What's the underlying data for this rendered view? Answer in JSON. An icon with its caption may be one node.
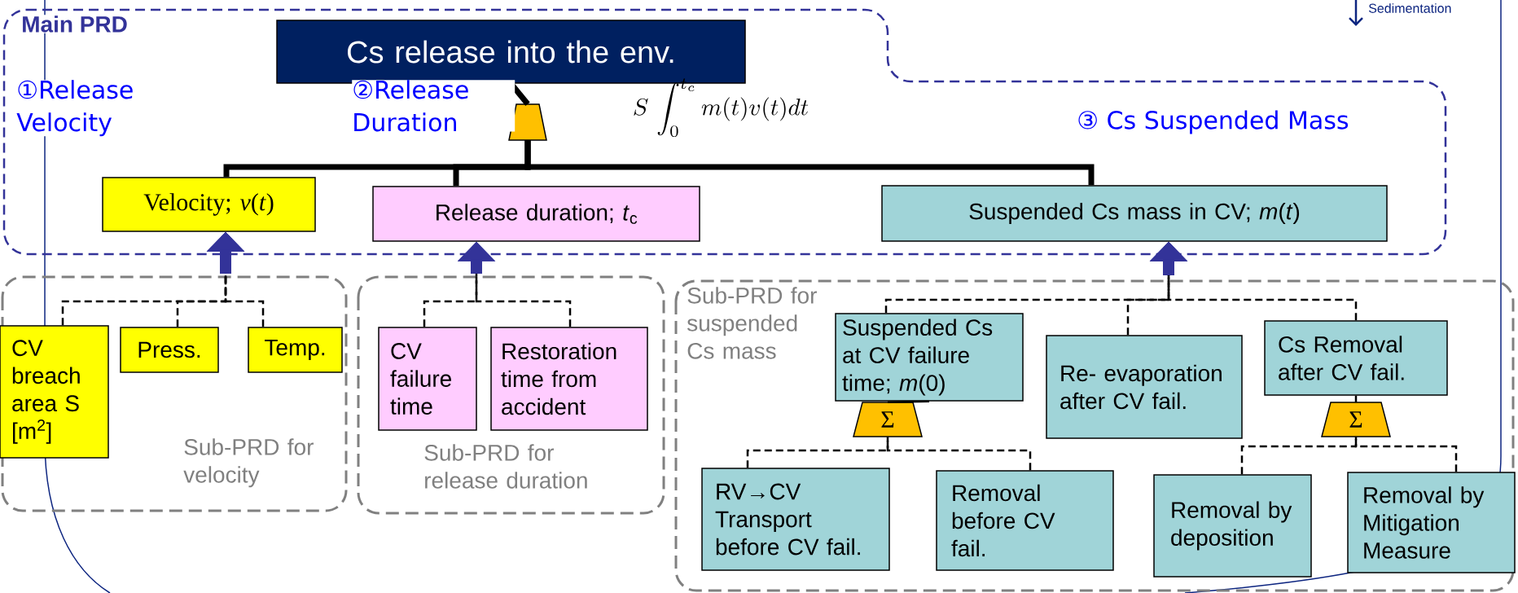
{
  "diagram": {
    "nodes": [
      {
        "text": [
          "Main PRD"
        ]
      },
      {
        "text": [
          "Cs release into the env."
        ],
        "in": 0
      },
      {
        "text": [],
        "shape": "trapezoid",
        "in": 0
      },
      {
        "text": [
          "Velocity; *v*(*t*)"
        ],
        "in": 0
      },
      {
        "text": [
          "Release duration; *t*$_{c}$"
        ],
        "in": 0
      },
      {
        "text": [
          "Suspended Cs mass in CV; *m*(*t*)"
        ],
        "in": 0
      },
      {
        "text": [
          "Sub-PRD for velocity"
        ]
      },
      {
        "text": [
          "CV breach area S [m$^{2}$]"
        ],
        "in": 6
      },
      {
        "text": [
          "Press."
        ],
        "in": 6
      },
      {
        "text": [
          "Temp."
        ],
        "in": 6
      },
      {
        "text": [
          "Sub-PRD for release duration"
        ]
      },
      {
        "text": [
          "CV failure time"
        ],
        "in": 10
      },
      {
        "text": [
          "Restoration time from accident"
        ],
        "in": 10
      },
      {
        "text": [
          "Sub-PRD for suspended Cs mass"
        ]
      },
      {
        "text": [
          "Suspended Cs at CV failure time; *m*(0)"
        ],
        "in": 13
      },
      {
        "text": [
          "Re- evaporation after CV fail."
        ],
        "in": 13
      },
      {
        "text": [
          "Cs Removal after CV fail."
        ],
        "in": 13
      },
      {
        "text": [
          "Σ"
        ],
        "in": 13
      },
      {
        "text": [
          "Σ"
        ],
        "in": 13
      },
      {
        "text": [
          "RV→CV Transport before CV fail."
        ],
        "in": 13
      },
      {
        "text": [
          "Removal before CV fail."
        ],
        "in": 13
      },
      {
        "text": [
          "Removal by deposition"
        ],
        "in": 13
      },
      {
        "text": [
          "Removal by Mitigation Measure"
        ],
        "in": 13
      }
    ],
    "edges": [
      {
        "from": 3,
        "to": 2,
        "arrow": "none",
        "style": "thick"
      },
      {
        "from": 4,
        "to": 2,
        "arrow": "none",
        "style": "thick"
      },
      {
        "from": 5,
        "to": 2,
        "arrow": "none",
        "style": "thick"
      },
      {
        "from": 2,
        "to": 1,
        "arrow": "none",
        "style": "thick"
      },
      {
        "from": 7,
        "to": 3,
        "arrow": "to",
        "style": "dashed"
      },
      {
        "from": 8,
        "to": 3,
        "arrow": "to",
        "style": "dashed"
      },
      {
        "from": 9,
        "to": 3,
        "arrow": "to",
        "style": "dashed"
      },
      {
        "from": 11,
        "to": 4,
        "arrow": "to",
        "style": "dashed"
      },
      {
        "from": 12,
        "to": 4,
        "arrow": "to",
        "style": "dashed"
      },
      {
        "from": 14,
        "to": 5,
        "arrow": "to",
        "style": "dashed"
      },
      {
        "from": 15,
        "to": 5,
        "arrow": "to",
        "style": "dashed"
      },
      {
        "from": 16,
        "to": 5,
        "arrow": "to",
        "style": "dashed"
      },
      {
        "from": 17,
        "to": 14,
        "arrow": "none"
      },
      {
        "from": 19,
        "to": 17,
        "arrow": "none",
        "style": "dashed"
      },
      {
        "from": 20,
        "to": 17,
        "arrow": "none",
        "style": "dashed"
      },
      {
        "from": 18,
        "to": 16,
        "arrow": "none"
      },
      {
        "from": 21,
        "to": 18,
        "arrow": "none",
        "style": "dashed"
      },
      {
        "from": 22,
        "to": 18,
        "arrow": "none",
        "style": "dashed"
      }
    ],
    "labels": [
      "①Release Velocity",
      "②Release Duration",
      "S\\,\\int_{0}^{t_c} m(t)v(t)dt",
      "③ Cs Suspended  Mass",
      "Sedimentation"
    ]
  }
}
